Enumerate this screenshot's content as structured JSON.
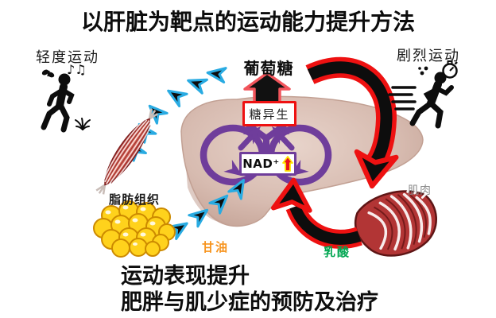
{
  "title": "以肝脏为靶点的运动能力提升方法",
  "light_exercise": {
    "label": "轻度运动"
  },
  "intense_exercise": {
    "label": "剧烈运动"
  },
  "icons": {
    "music_notes": "♪♫"
  },
  "liver": {
    "glucose_label": "葡萄糖",
    "gluconeogenesis_label": "糖异生",
    "nad_label": "NAD⁺"
  },
  "adipose": {
    "label": "脂肪组织",
    "glycerol_label": "甘油"
  },
  "muscle": {
    "label": "肌肉",
    "lactate_label": "乳酸"
  },
  "footer": {
    "line1": "运动表现提升",
    "line2": "肥胖与肌少症的预防及治疗"
  },
  "colors": {
    "light_pathway": "#29ABE2",
    "intense_pathway": "#EE1111",
    "liver_cycle": "#6F3D9B",
    "glucose_arrow_outline": "#F2545B",
    "glycerol_text": "#F7941E",
    "lactate_text": "#00A651",
    "adipose_fill": "#FFD21C",
    "nad_up_arrow": "#E8101E",
    "liver_fill": "#D7BBB0"
  }
}
